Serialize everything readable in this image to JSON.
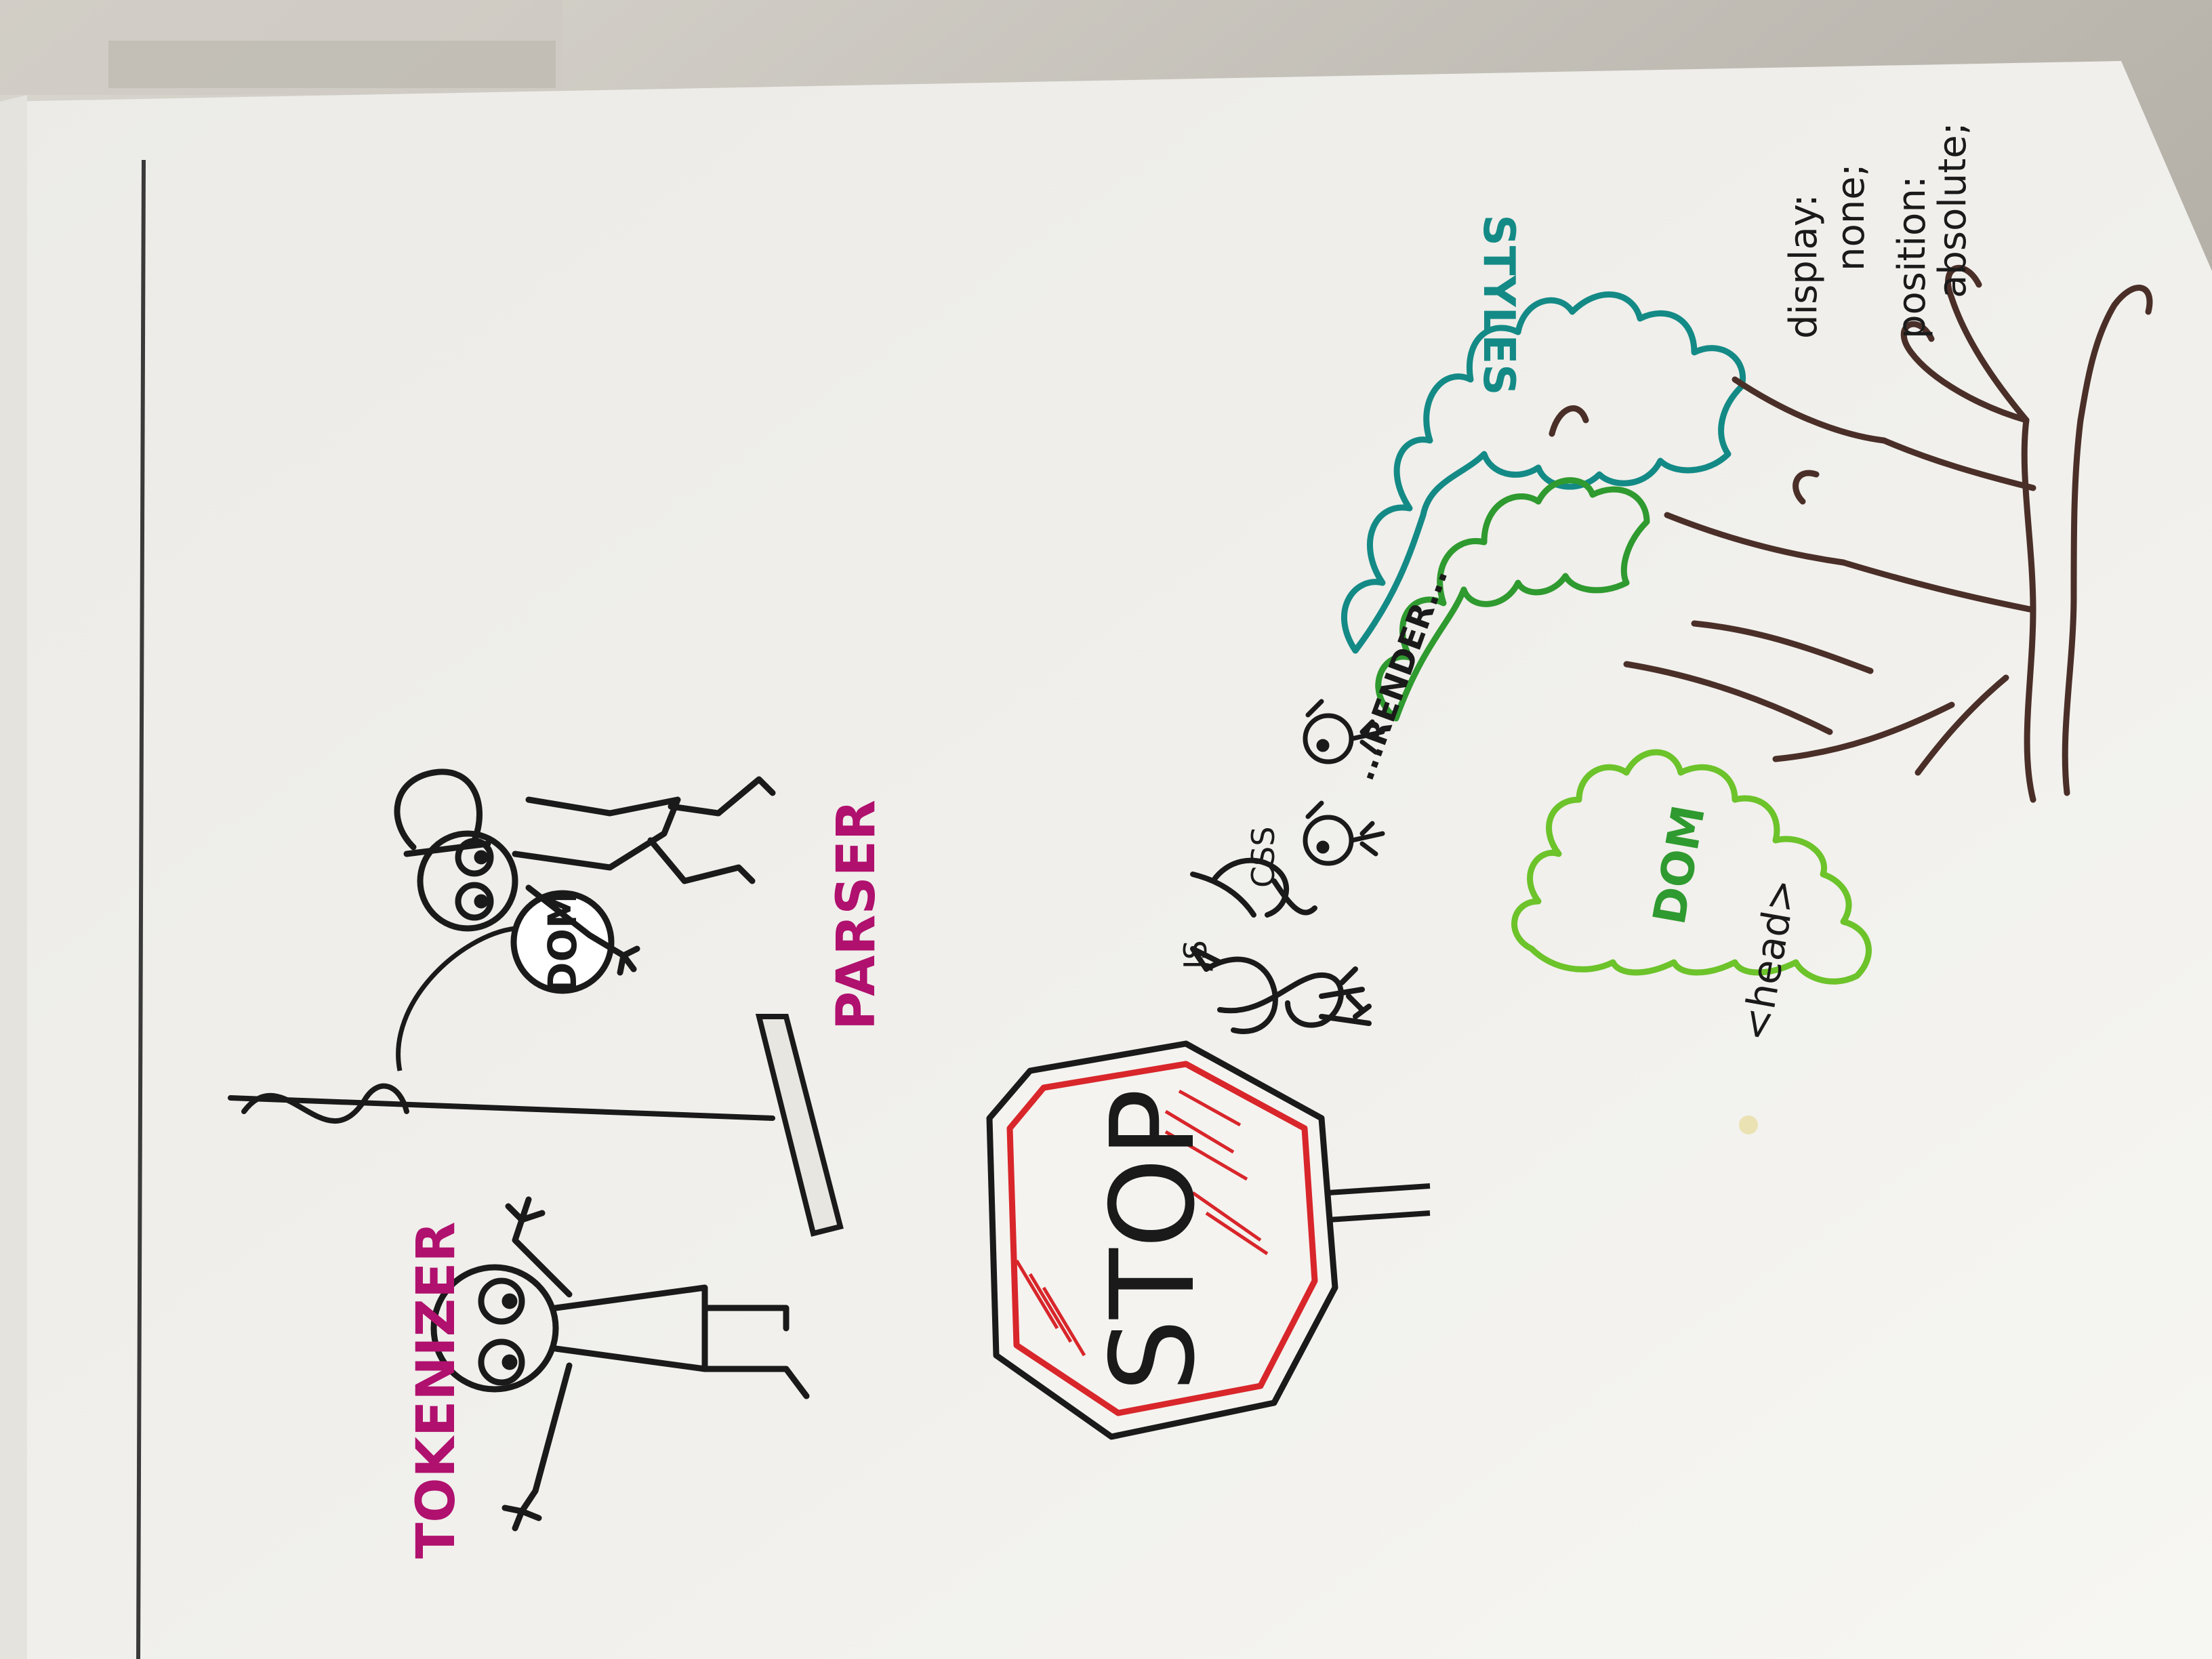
{
  "labels": {
    "tokenizer": "TOKENIZER",
    "parser": "PARSER",
    "ball": "DOM",
    "stop": "STOP",
    "js": "JS",
    "css": "CSS",
    "render": "...RENDER...",
    "styles": "STYLES",
    "dom": "DOM",
    "head": "<head>",
    "display": "display:",
    "display_value": "none;",
    "position": "position:",
    "position_value": "absolute;"
  },
  "colors": {
    "ink": "#1a1a1a",
    "magenta": "#b0106e",
    "stop_red": "#d8262b",
    "teal": "#148a86",
    "green": "#2f9a2f",
    "light_green": "#6cc32a",
    "trunk_brown": "#4a2f28",
    "paper": "#f2f1ed"
  }
}
